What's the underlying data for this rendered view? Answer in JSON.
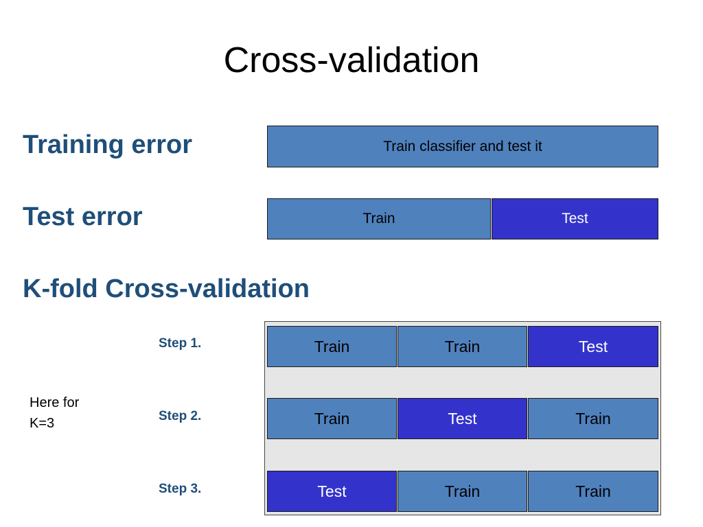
{
  "title": "Cross-validation",
  "headings": {
    "training_error": "Training error",
    "test_error": "Test error",
    "kfold": "K-fold Cross-validation"
  },
  "training_bar": {
    "label": "Train classifier and test it"
  },
  "test_bar": {
    "train_label": "Train",
    "test_label": "Test"
  },
  "note": {
    "line1": "Here for",
    "line2": "K=3"
  },
  "steps": [
    {
      "label": "Step 1.",
      "cells": [
        "Train",
        "Train",
        "Test"
      ]
    },
    {
      "label": "Step 2.",
      "cells": [
        "Train",
        "Test",
        "Train"
      ]
    },
    {
      "label": "Step 3.",
      "cells": [
        "Test",
        "Train",
        "Train"
      ]
    }
  ],
  "colors": {
    "train": "#4f81bd",
    "test": "#3333cc",
    "heading": "#1f4e79",
    "panel_background": "#e6e6e6"
  }
}
